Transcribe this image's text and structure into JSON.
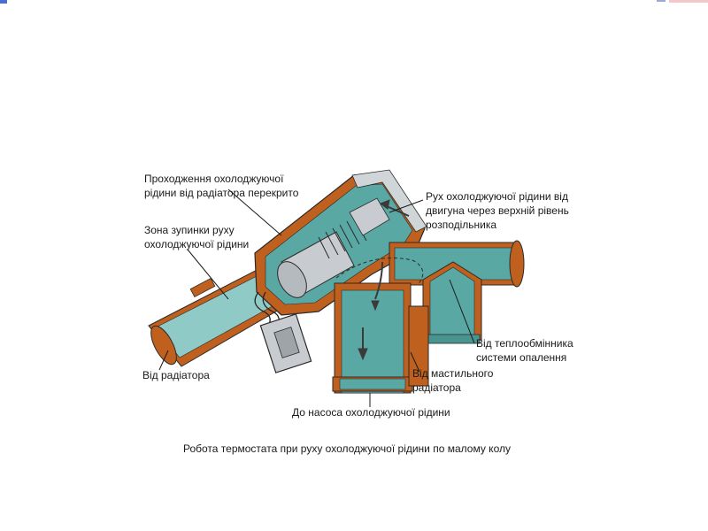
{
  "labels": {
    "blocked_line1": "Проходження охолоджуючої",
    "blocked_line2": "рідини від радіатора перекрито",
    "stop_zone_line1": "Зона зупинки руху",
    "stop_zone_line2": "охолоджуючої рідини",
    "flow_line1": "Рух охолоджуючої рідини від",
    "flow_line2": "двигуна через верхній рівень",
    "flow_line3": "розподільника",
    "from_radiator": "Від радіатора",
    "from_heater_line1": "Від теплообмінника",
    "from_heater_line2": "системи опалення",
    "from_oil_line1": "Від мастильного",
    "from_oil_line2": "радіатора",
    "to_pump": "До насоса охолоджуючої рідини"
  },
  "caption": "Робота термостата при руху охолоджуючої рідини по малому колу",
  "colors": {
    "housing": "#c0601e",
    "coolant": "#5aa8a4",
    "coolant_light": "#8fcac6",
    "metal": "#c8ccd0",
    "outline": "#2a2a2a"
  }
}
